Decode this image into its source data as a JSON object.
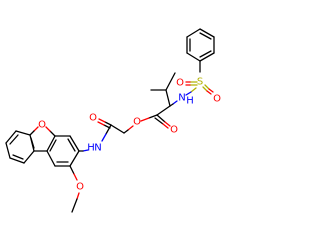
{
  "atoms": {
    "sulfur": "S",
    "sulfonyl_oxygen_top": "O",
    "sulfonyl_oxygen_right": "O",
    "sulfonamide_nitrogen": "N",
    "sulfonamide_hydrogen": "H",
    "ester_carbonyl_oxygen": "O",
    "ester_oxygen": "O",
    "amide_carbonyl_oxygen": "O",
    "amide_nitrogen": "N",
    "amide_hydrogen": "H",
    "furan_oxygen": "O",
    "methoxy_oxygen": "O"
  },
  "colors": {
    "bond": "#000000",
    "oxygen": "#ff0000",
    "nitrogen": "#0000ff",
    "sulfur": "#b2b200",
    "background": "#ffffff"
  }
}
